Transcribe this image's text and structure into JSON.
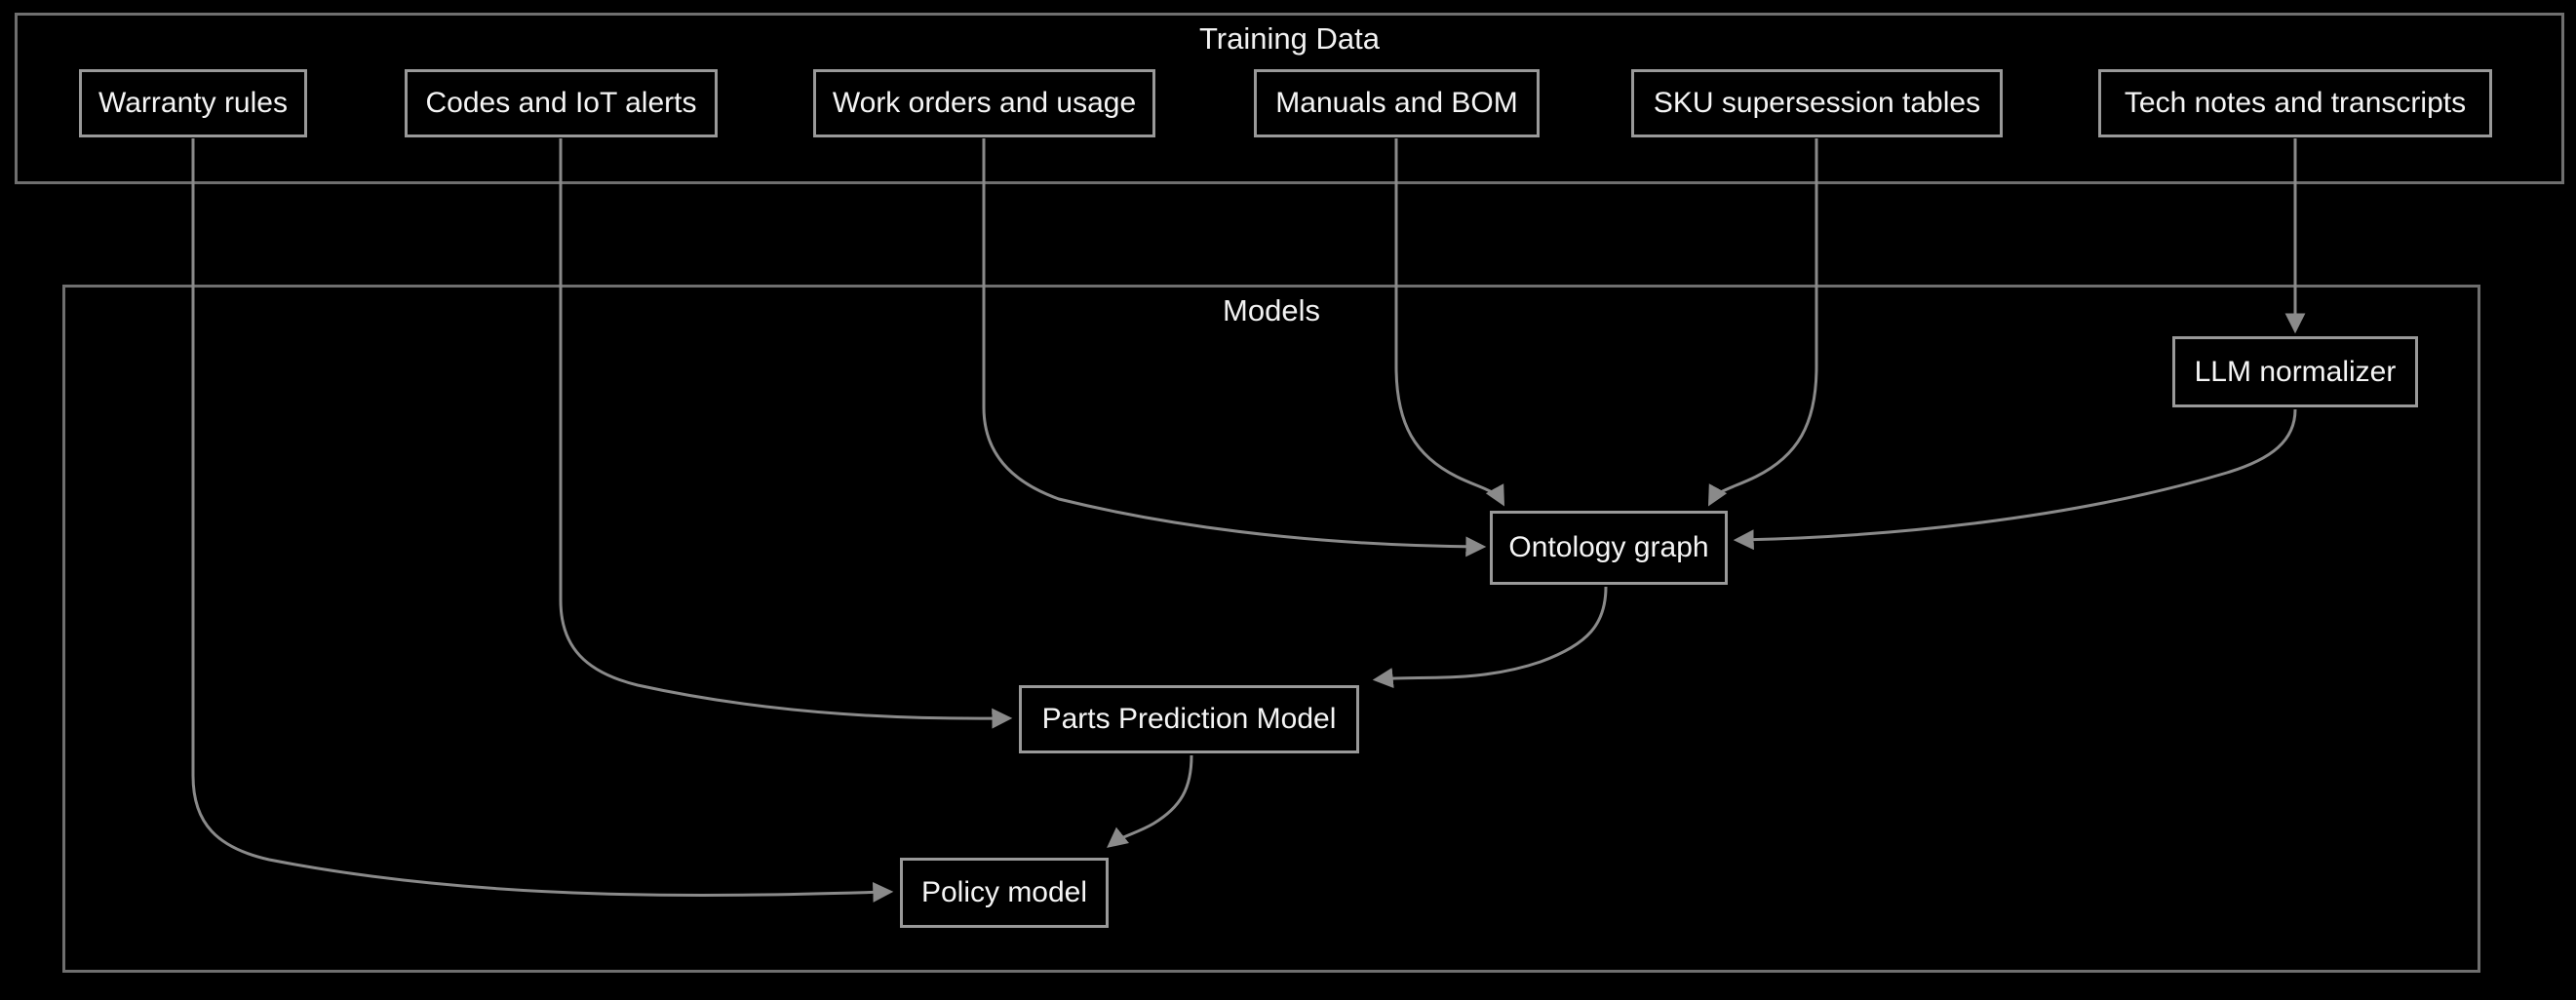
{
  "diagram_type": "flowchart",
  "colors": {
    "background": "#000000",
    "container_border": "#6f6f6f",
    "node_border": "#999999",
    "node_fill": "#000000",
    "edge": "#8a8a8a",
    "text": "#f5f5f5"
  },
  "containers": {
    "training_data": {
      "title": "Training Data"
    },
    "models": {
      "title": "Models"
    }
  },
  "nodes": {
    "warranty_rules": {
      "label": "Warranty rules"
    },
    "codes_iot": {
      "label": "Codes and IoT alerts"
    },
    "work_orders": {
      "label": "Work orders and usage"
    },
    "manuals_bom": {
      "label": "Manuals and BOM"
    },
    "sku_supersession": {
      "label": "SKU supersession tables"
    },
    "tech_notes": {
      "label": "Tech notes and transcripts"
    },
    "llm_normalizer": {
      "label": "LLM normalizer"
    },
    "ontology_graph": {
      "label": "Ontology graph"
    },
    "parts_prediction": {
      "label": "Parts Prediction Model"
    },
    "policy_model": {
      "label": "Policy model"
    }
  },
  "edges": [
    {
      "from": "tech_notes",
      "to": "llm_normalizer"
    },
    {
      "from": "work_orders",
      "to": "ontology_graph"
    },
    {
      "from": "manuals_bom",
      "to": "ontology_graph"
    },
    {
      "from": "sku_supersession",
      "to": "ontology_graph"
    },
    {
      "from": "llm_normalizer",
      "to": "ontology_graph"
    },
    {
      "from": "codes_iot",
      "to": "parts_prediction"
    },
    {
      "from": "ontology_graph",
      "to": "parts_prediction"
    },
    {
      "from": "warranty_rules",
      "to": "policy_model"
    },
    {
      "from": "parts_prediction",
      "to": "policy_model"
    }
  ]
}
